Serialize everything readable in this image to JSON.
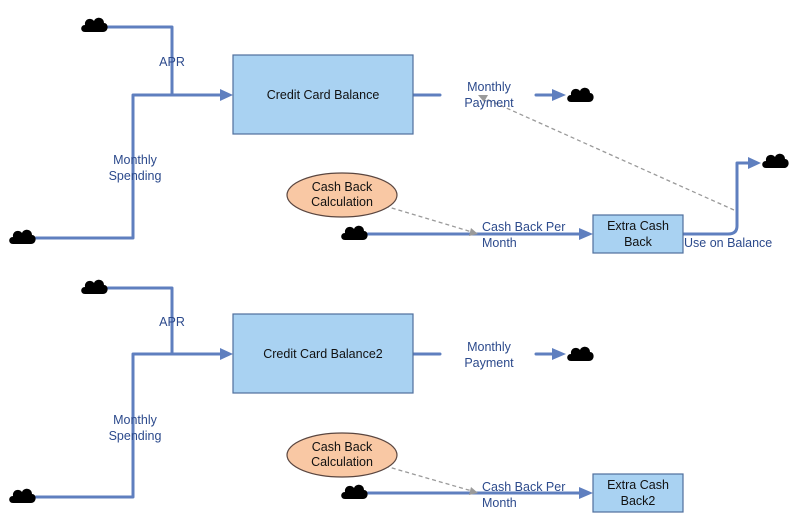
{
  "colors": {
    "flow": "#5f7fbf",
    "stock_fill": "#a9d2f2",
    "converter_fill": "#f9c8a4",
    "link": "#9a9a9a",
    "label_text": "#2c4a8c"
  },
  "model_top": {
    "stock_credit": "Credit Card Balance",
    "flow_apr": "APR",
    "flow_spending": [
      "Monthly",
      "Spending"
    ],
    "flow_payment": [
      "Monthly",
      "Payment"
    ],
    "converter_cashback": [
      "Cash Back",
      "Calculation"
    ],
    "flow_cashback": [
      "Cash Back Per",
      "Month"
    ],
    "stock_extra": [
      "Extra Cash",
      "Back"
    ],
    "flow_use": "Use on Balance"
  },
  "model_bottom": {
    "stock_credit": "Credit Card Balance2",
    "flow_apr": "APR",
    "flow_spending": [
      "Monthly",
      "Spending"
    ],
    "flow_payment": [
      "Monthly",
      "Payment"
    ],
    "converter_cashback": [
      "Cash Back",
      "Calculation"
    ],
    "flow_cashback": [
      "Cash Back Per",
      "Month"
    ],
    "stock_extra": [
      "Extra Cash",
      "Back2"
    ]
  }
}
